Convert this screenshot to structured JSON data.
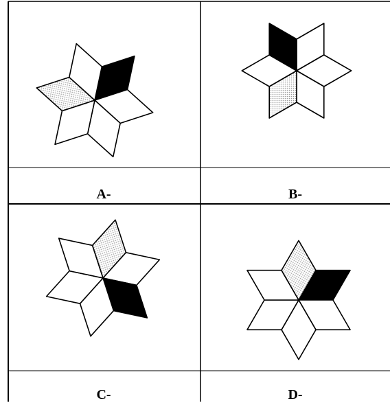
{
  "options": [
    {
      "id": "A",
      "label": "A-",
      "shades": [
        "dark",
        "white",
        "white",
        "white",
        "dotted",
        "white"
      ]
    },
    {
      "id": "B",
      "label": "B-",
      "shades": [
        "white",
        "white",
        "white",
        "dotted",
        "white",
        "dark"
      ]
    },
    {
      "id": "C",
      "label": "C-",
      "shades": [
        "dotted",
        "white",
        "dark",
        "white",
        "white",
        "white"
      ]
    },
    {
      "id": "D",
      "label": "D-",
      "shades": [
        "dark",
        "white",
        "white",
        "white",
        "white",
        "dotted"
      ]
    }
  ],
  "colors": {
    "dark": "#000000",
    "dotted": "#d8d8d8",
    "white": "#ffffff",
    "line": "#000000"
  }
}
